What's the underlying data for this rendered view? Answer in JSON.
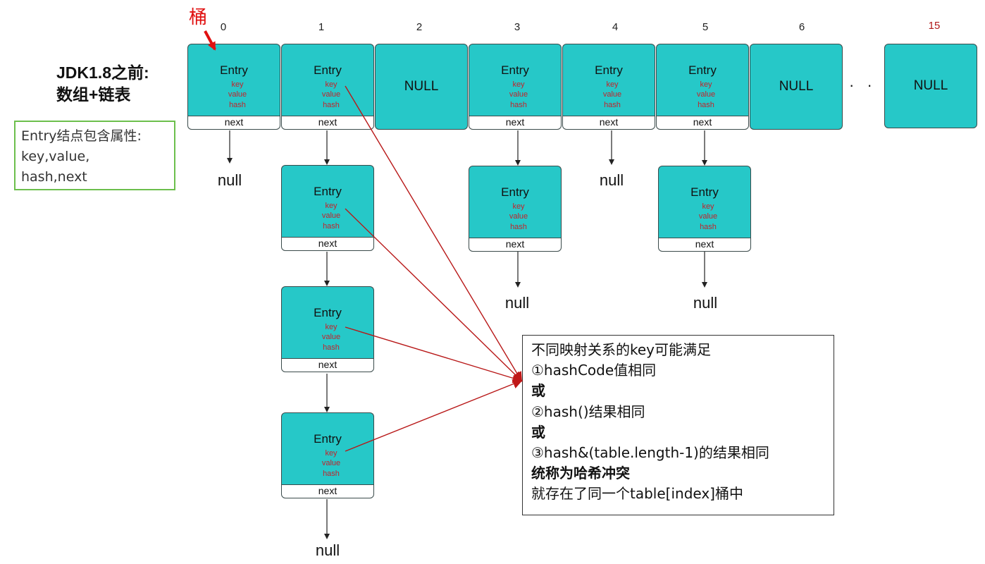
{
  "bucket_label": "桶",
  "indices": [
    "0",
    "1",
    "2",
    "3",
    "4",
    "5",
    "6",
    "15"
  ],
  "title_line1": "JDK1.8之前:",
  "title_line2": "数组+链表",
  "attr_box": {
    "line1": "Entry结点包含属性:",
    "line2": "key,value,",
    "line3": "hash,next"
  },
  "entry": {
    "name": "Entry",
    "field_key": "key",
    "field_value": "value",
    "field_hash": "hash",
    "next": "next"
  },
  "null_bucket_text": "NULL",
  "null_text": "null",
  "ellipsis": "· · ·",
  "note": {
    "line1": "不同映射关系的key可能满足",
    "line2": "①hashCode值相同",
    "line3": "或",
    "line4": "②hash()结果相同",
    "line5": "或",
    "line6": "③hash&(table.length-1)的结果相同",
    "line7": "统称为哈希冲突",
    "line8": "就存在了同一个table[index]桶中"
  },
  "colors": {
    "node_fill": "#26c8c8",
    "field_text": "#c0242c",
    "arrow_red": "#b81818",
    "bucket_label": "#e01010",
    "attr_border": "#6cbf4c"
  }
}
